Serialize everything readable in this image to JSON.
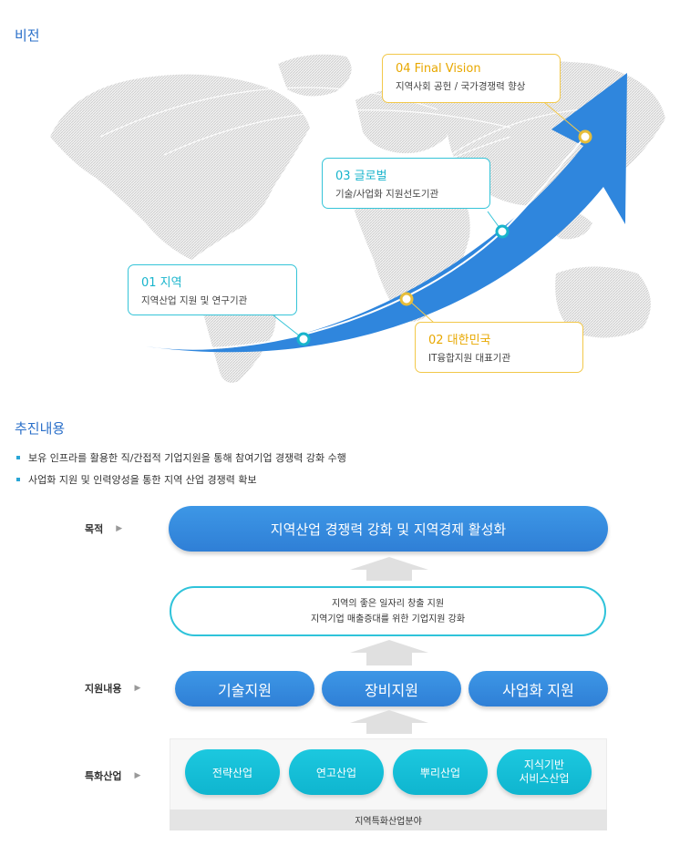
{
  "vision": {
    "title": "비전",
    "callouts": [
      {
        "title": "04 Final Vision",
        "desc": "지역사회 공헌 / 국가경쟁력 향상"
      },
      {
        "title": "03 글로벌",
        "desc": "기술/사업화 지원선도기관"
      },
      {
        "title": "01 지역",
        "desc": "지역산업 지원 및 연구기관"
      },
      {
        "title": "02 대한민국",
        "desc": "IT융합지원 대표기관"
      }
    ]
  },
  "promotion": {
    "title": "추진내용",
    "bullets": [
      "보유 인프라를 활용한 직/간접적 기업지원을 통해 참여기업 경쟁력 강화 수행",
      "사업화 지원 및 인력양성을 통한 지역 산업 경쟁력 확보"
    ]
  },
  "diagram": {
    "goal_label": "목적",
    "goal_text": "지역산업 경쟁력 강화 및 지역경제 활성화",
    "middle_line1": "지역의 좋은 일자리 창출 지원",
    "middle_line2": "지역기업 매출증대를 위한 기업지원 강화",
    "support_label": "지원내용",
    "support_items": [
      "기술지원",
      "장비지원",
      "사업화 지원"
    ],
    "industry_label": "특화산업",
    "industry_items": [
      "전략산업",
      "연고산업",
      "뿌리산업",
      "지식기반\n서비스산업"
    ],
    "industry_caption": "지역특화산업분야",
    "colors": {
      "blue": "#2f86dd",
      "cyan": "#14bfd6",
      "yellow": "#f2c84a",
      "gray_arrow": "#e0e0e0"
    }
  }
}
